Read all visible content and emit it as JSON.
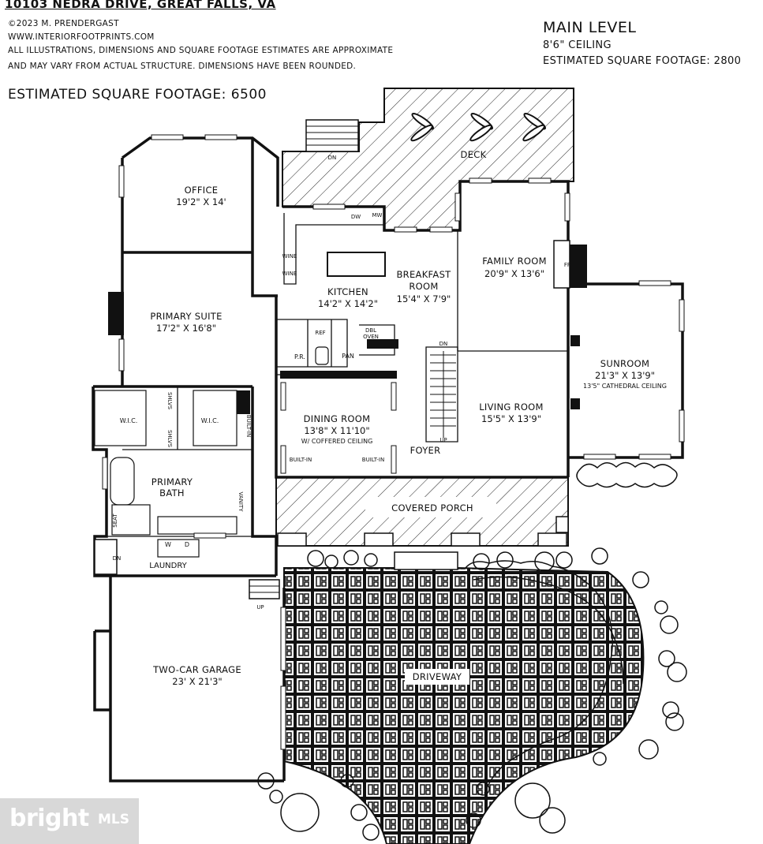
{
  "header": {
    "address": "10103 NEDRA DRIVE, GREAT FALLS, VA",
    "copyright": "©2023 M. PRENDERGAST",
    "website": "WWW.INTERIORFOOTPRINTS.COM",
    "disclaimer_1": "ALL ILLUSTRATIONS, DIMENSIONS AND SQUARE FOOTAGE ESTIMATES ARE APPROXIMATE",
    "disclaimer_2": "AND MAY VARY FROM ACTUAL STRUCTURE. DIMENSIONS HAVE BEEN ROUNDED.",
    "total_sqft": "ESTIMATED SQUARE FOOTAGE: 6500"
  },
  "level": {
    "title": "MAIN LEVEL",
    "ceiling": "8'6\" CEILING",
    "sqft": "ESTIMATED SQUARE FOOTAGE: 2800"
  },
  "rooms": {
    "office": {
      "name": "OFFICE",
      "dims": "19'2\" X 14'"
    },
    "primary_suite": {
      "name": "PRIMARY SUITE",
      "dims": "17'2\" X 16'8\""
    },
    "kitchen": {
      "name": "KITCHEN",
      "dims": "14'2\" X 14'2\""
    },
    "breakfast": {
      "name1": "BREAKFAST",
      "name2": "ROOM",
      "dims": "15'4\" X 7'9\""
    },
    "family": {
      "name": "FAMILY ROOM",
      "dims": "20'9\" X 13'6\""
    },
    "sunroom": {
      "name": "SUNROOM",
      "dims": "21'3\" X 13'9\"",
      "note": "13'5\" CATHEDRAL CEILING"
    },
    "dining": {
      "name": "DINING ROOM",
      "dims": "13'8\" X 11'10\"",
      "note": "W/ COFFERED CEILING"
    },
    "living": {
      "name": "LIVING ROOM",
      "dims": "15'5\" X 13'9\""
    },
    "primary_bath": {
      "name1": "PRIMARY",
      "name2": "BATH"
    },
    "garage": {
      "name": "TWO-CAR GARAGE",
      "dims": "23' X 21'3\""
    }
  },
  "labels": {
    "deck": "DECK",
    "foyer": "FOYER",
    "covered_porch": "COVERED PORCH",
    "driveway": "DRIVEWAY",
    "laundry": "LAUNDRY",
    "wic": "W.I.C.",
    "shlvs": "SHLVS",
    "pr": "P.R.",
    "pan": "PAN",
    "ref": "REF",
    "dbl": "DBL",
    "oven": "OVEN",
    "dw": "DW",
    "mw": "MW",
    "wine": "WINE",
    "fp": "FP",
    "built_in": "BUILT-IN",
    "vanity": "VANITY",
    "seat": "SEAT",
    "w": "W",
    "d": "D",
    "dn": "DN",
    "up": "UP"
  },
  "logo": {
    "brand": "bright",
    "suffix": "MLS"
  },
  "colors": {
    "ink": "#111111",
    "paper": "#ffffff",
    "logo_bg": "#d8d8d8"
  }
}
